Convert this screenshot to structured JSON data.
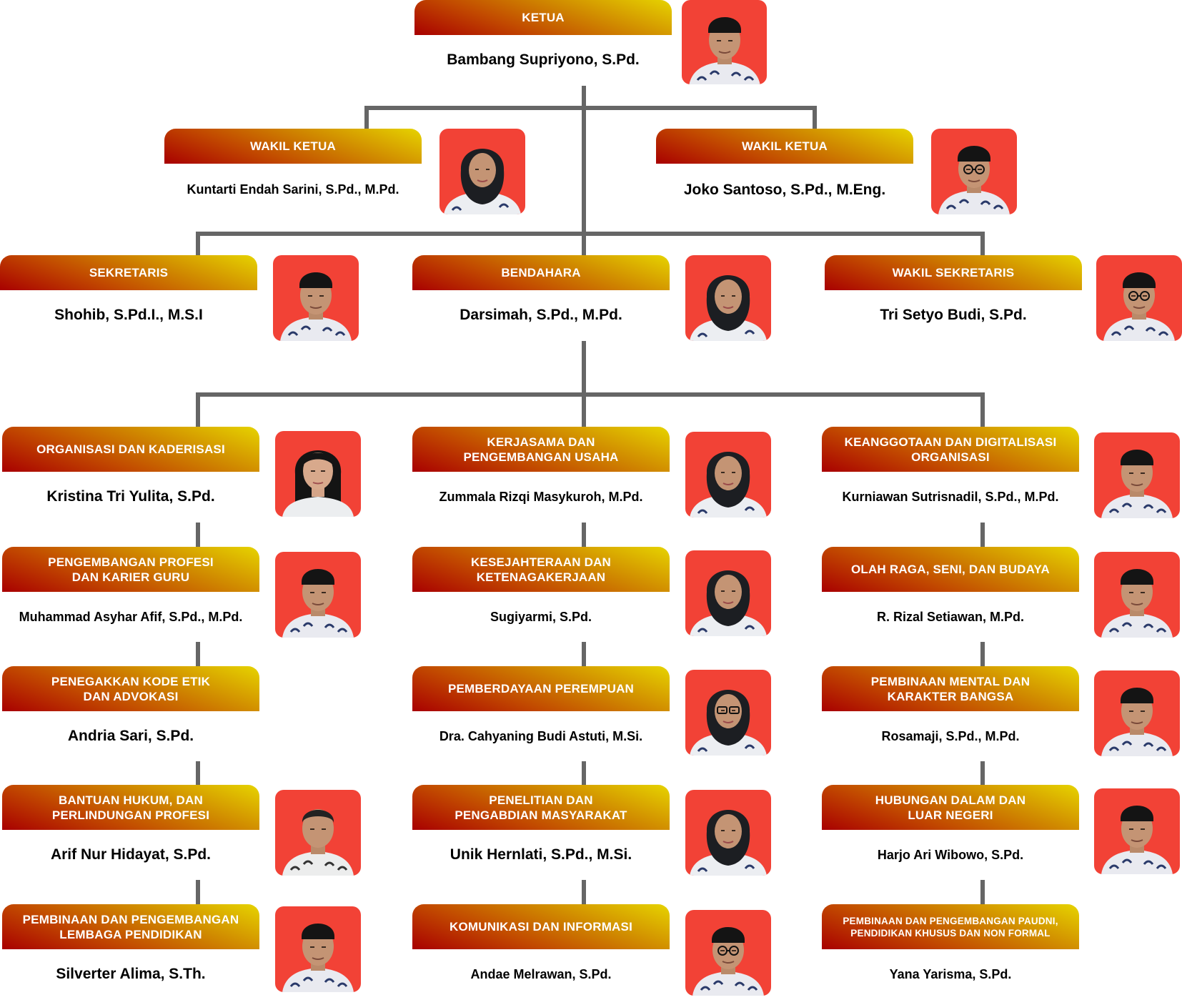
{
  "colors": {
    "connector": "#666666",
    "bar_gradient_start": "#a80000",
    "bar_gradient_end": "#e6d400",
    "photo_background": "#f24236",
    "bar_text": "#ffffff",
    "name_text": "#000000"
  },
  "leadership": {
    "ketua": {
      "title": "KETUA",
      "name": "Bambang Supriyono, S.Pd.",
      "photo": "portrait-man-peci"
    },
    "wakil_ketua_1": {
      "title": "WAKIL KETUA",
      "name": "Kuntarti Endah Sarini, S.Pd., M.Pd.",
      "photo": "portrait-woman-hijab"
    },
    "wakil_ketua_2": {
      "title": "WAKIL KETUA",
      "name": "Joko Santoso, S.Pd., M.Eng.",
      "photo": "portrait-man-peci-glasses"
    },
    "sekretaris": {
      "title": "SEKRETARIS",
      "name": "Shohib, S.Pd.I., M.S.I",
      "photo": "portrait-man-peci"
    },
    "bendahara": {
      "title": "BENDAHARA",
      "name": "Darsimah, S.Pd., M.Pd.",
      "photo": "portrait-woman-hijab"
    },
    "wakil_sekretaris": {
      "title": "WAKIL SEKRETARIS",
      "name": "Tri Setyo Budi, S.Pd.",
      "photo": "portrait-man-peci-glasses"
    }
  },
  "divisions": {
    "left": [
      {
        "title": "ORGANISASI DAN KADERISASI",
        "name": "Kristina Tri Yulita, S.Pd.",
        "photo": "portrait-woman"
      },
      {
        "title": "PENGEMBANGAN PROFESI\nDAN KARIER GURU",
        "name": "Muhammad Asyhar Afif, S.Pd., M.Pd.",
        "photo": "portrait-man-peci"
      },
      {
        "title": "PENEGAKKAN KODE ETIK\nDAN ADVOKASI",
        "name": "Andria Sari, S.Pd.",
        "photo": null
      },
      {
        "title": "BANTUAN HUKUM, DAN\nPERLINDUNGAN PROFESI",
        "name": "Arif Nur Hidayat, S.Pd.",
        "photo": "portrait-man"
      },
      {
        "title": "PEMBINAAN DAN PENGEMBANGAN\nLEMBAGA PENDIDIKAN",
        "name": "Silverter Alima, S.Th.",
        "photo": "portrait-man-peci"
      }
    ],
    "middle": [
      {
        "title": "KERJASAMA DAN\nPENGEMBANGAN USAHA",
        "name": "Zummala Rizqi Masykuroh, M.Pd.",
        "photo": "portrait-woman-hijab"
      },
      {
        "title": "KESEJAHTERAAN DAN\nKETENAGAKERJAAN",
        "name": "Sugiyarmi, S.Pd.",
        "photo": "portrait-woman-hijab"
      },
      {
        "title": "PEMBERDAYAAN PEREMPUAN",
        "name": "Dra. Cahyaning Budi Astuti, M.Si.",
        "photo": "portrait-woman-hijab-glasses"
      },
      {
        "title": "PENELITIAN DAN\nPENGABDIAN MASYARAKAT",
        "name": "Unik Hernlati, S.Pd., M.Si.",
        "photo": "portrait-woman-hijab"
      },
      {
        "title": "KOMUNIKASI DAN INFORMASI",
        "name": "Andae Melrawan, S.Pd.",
        "photo": "portrait-man-peci-glasses"
      }
    ],
    "right": [
      {
        "title": "KEANGGOTAAN DAN DIGITALISASI\nORGANISASI",
        "name": "Kurniawan Sutrisnadil, S.Pd., M.Pd.",
        "photo": "portrait-man-peci"
      },
      {
        "title": "OLAH RAGA, SENI, DAN BUDAYA",
        "name": "R. Rizal Setiawan, M.Pd.",
        "photo": "portrait-man-peci"
      },
      {
        "title": "PEMBINAAN MENTAL DAN\nKARAKTER BANGSA",
        "name": "Rosamaji, S.Pd., M.Pd.",
        "photo": "portrait-man-peci"
      },
      {
        "title": "HUBUNGAN DALAM DAN\nLUAR NEGERI",
        "name": "Harjo Ari Wibowo, S.Pd.",
        "photo": "portrait-man-peci"
      },
      {
        "title": "PEMBINAAN DAN PENGEMBANGAN PAUDNI,\nPENDIDIKAN KHUSUS DAN NON FORMAL",
        "name": "Yana Yarisma, S.Pd.",
        "photo": null
      }
    ]
  }
}
